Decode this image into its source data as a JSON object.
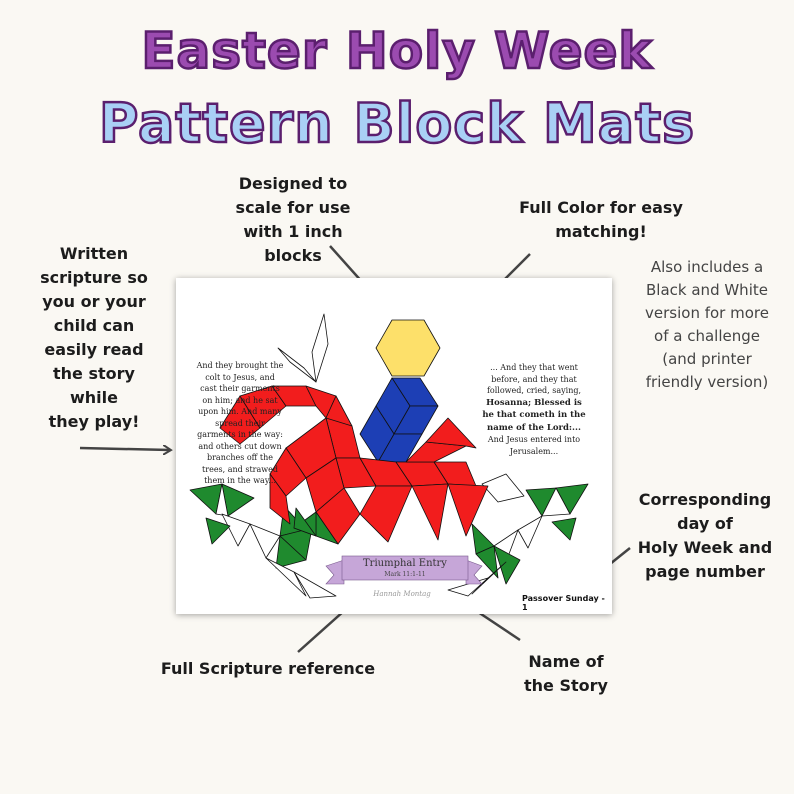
{
  "title": {
    "line1": "Easter Holy Week",
    "line2": "Pattern Block Mats"
  },
  "callouts": {
    "scale": [
      "Designed to",
      "scale for use",
      "with 1 inch",
      "blocks"
    ],
    "color": [
      "Full Color for easy",
      "matching!"
    ],
    "scripture": [
      "Written",
      "scripture so",
      "you or your",
      "child can",
      "easily read",
      "the story",
      "while",
      "they play!"
    ],
    "bw": [
      "Also includes a",
      "Black and White",
      "version for more",
      "of a challenge",
      "(and printer",
      "friendly version)"
    ],
    "day": [
      "Corresponding",
      "day of",
      "Holy Week and",
      "page number"
    ],
    "reference": "Full Scripture reference",
    "story": [
      "Name of",
      "the Story"
    ]
  },
  "mat": {
    "left_text": "And they brought the colt to Jesus, and cast their garments on him; and he sat upon him. And many spread their garments in the way: and others cut down branches off the trees, and strawed them in the way...",
    "right_text_1": "... And they that went before, and they that followed, cried, saying,",
    "right_text_bold": "Hosanna; Blessed is he that cometh in the name of the Lord:...",
    "right_text_2": "And Jesus entered into Jerusalem...",
    "ribbon_title": "Triumphal Entry",
    "ribbon_ref": "Mark 11:1-11",
    "signature": "Hannah Montag",
    "day_label": "Passover Sunday - 1"
  },
  "colors": {
    "hexagon": "#fde06a",
    "rhombus_blue": "#1d3fb5",
    "trapezoid_red": "#f21d1d",
    "triangle_green": "#1f8a2e",
    "ribbon": "#c6a6d8",
    "title_purple": "#9b4bb0",
    "title_blue": "#a9d0f5"
  }
}
